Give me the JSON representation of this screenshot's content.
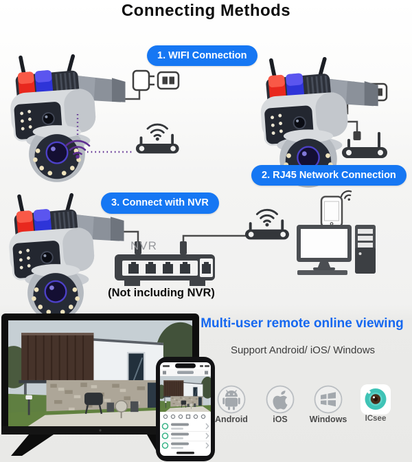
{
  "title": "Connecting Methods",
  "methods": [
    {
      "label": "1. WIFI Connection"
    },
    {
      "label": "2. RJ45 Network Connection"
    },
    {
      "label": "3. Connect with NVR"
    }
  ],
  "nvr": {
    "device_label": "NVR",
    "note": "(Not including NVR)"
  },
  "viewing": {
    "heading": "Multi-user remote online viewing",
    "subheading": "Support Android/ iOS/ Windows",
    "platforms": [
      {
        "label": "Android"
      },
      {
        "label": "iOS"
      },
      {
        "label": "Windows"
      },
      {
        "label": "ICsee"
      }
    ]
  },
  "colors": {
    "pill_blue": "#1677F3",
    "heading_blue": "#1668F0",
    "wifi_purple": "#5E2D91",
    "icon_dark": "#3A3D40",
    "icsee_teal": "#3FC3B6",
    "alarm_red": "#E8281E",
    "alarm_blue": "#2E34D8"
  },
  "icons": {
    "camera": "ptz-camera-icon",
    "power_plug": "power-plug-icon",
    "power_outlet": "power-outlet-icon",
    "wifi_signal": "wifi-signal-icon",
    "wifi_router": "wifi-router-icon",
    "wired_router": "wired-router-icon",
    "nvr_device": "nvr-device-icon",
    "smartphone": "smartphone-icon",
    "desktop_computer": "desktop-computer-icon",
    "tv": "tv-icon",
    "android": "android-icon",
    "apple": "apple-icon",
    "windows": "windows-icon",
    "icsee": "icsee-app-icon"
  }
}
